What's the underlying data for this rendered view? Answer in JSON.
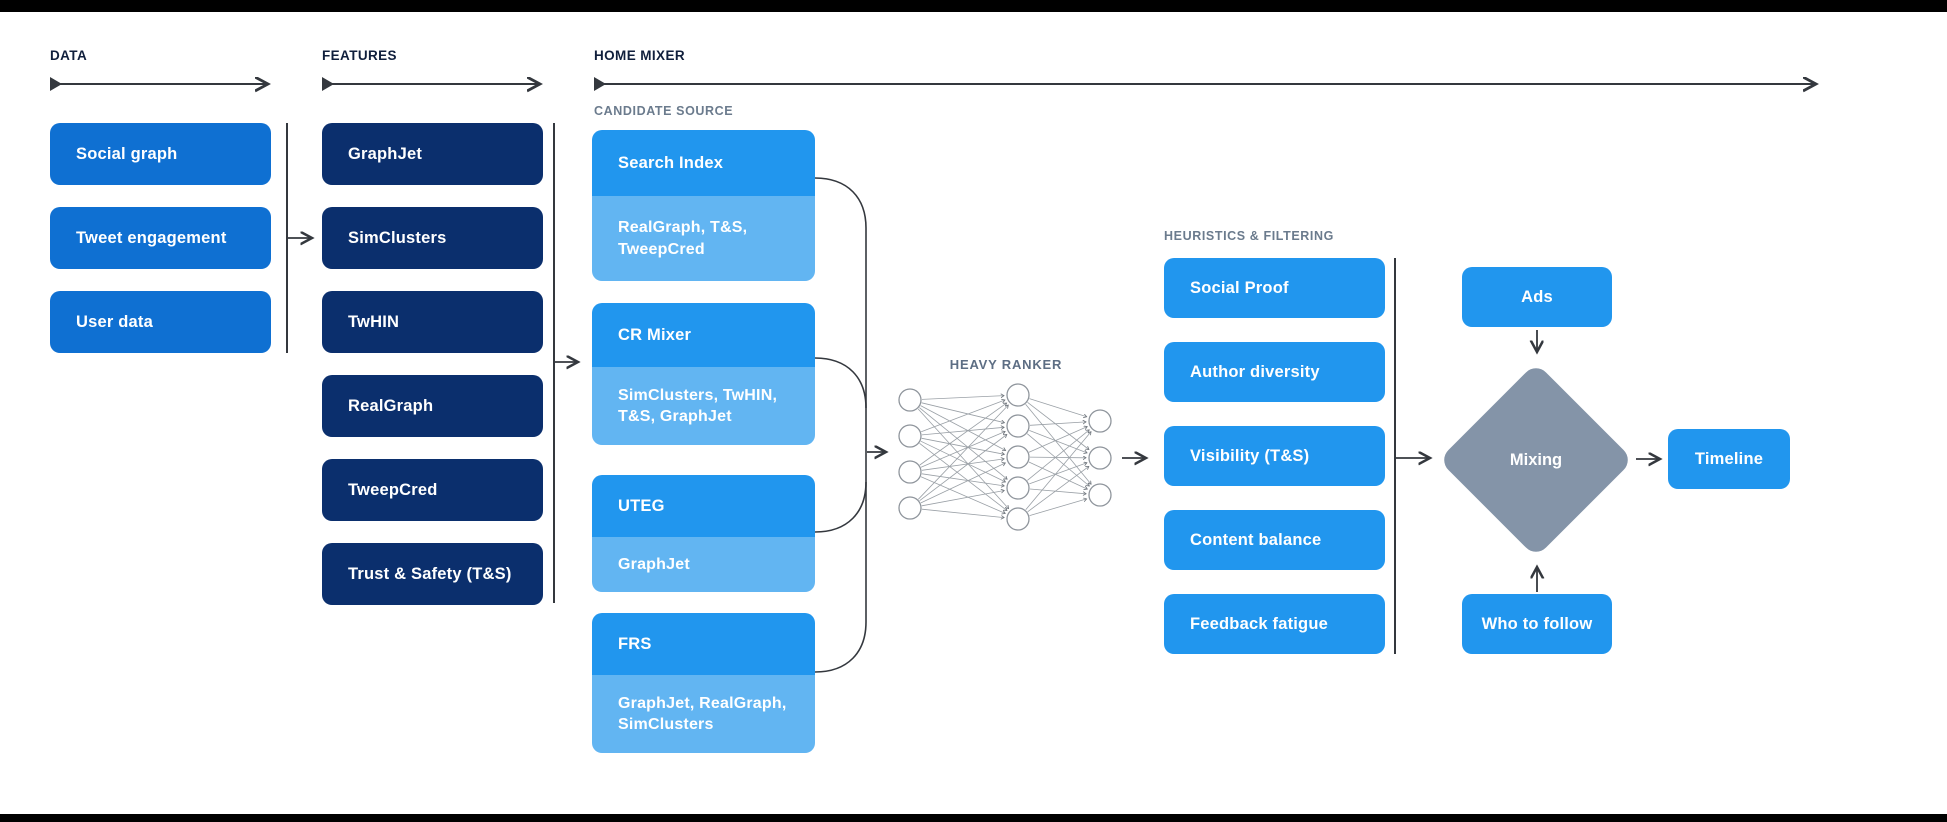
{
  "sections": {
    "data": {
      "label": "DATA",
      "items": [
        "Social graph",
        "Tweet engagement",
        "User data"
      ]
    },
    "features": {
      "label": "FEATURES",
      "items": [
        "GraphJet",
        "SimClusters",
        "TwHIN",
        "RealGraph",
        "TweepCred",
        "Trust & Safety (T&S)"
      ]
    },
    "home_mixer": {
      "label": "HOME MIXER",
      "candidate_source": {
        "label": "CANDIDATE SOURCE",
        "items": [
          {
            "name": "Search Index",
            "sources": "RealGraph, T&S, TweepCred"
          },
          {
            "name": "CR Mixer",
            "sources": "SimClusters, TwHIN, T&S, GraphJet"
          },
          {
            "name": "UTEG",
            "sources": "GraphJet"
          },
          {
            "name": "FRS",
            "sources": "GraphJet, RealGraph, SimClusters"
          }
        ]
      },
      "heavy_ranker": {
        "label": "HEAVY RANKER",
        "layers": [
          4,
          5,
          3
        ]
      },
      "heuristics": {
        "label": "HEURISTICS & FILTERING",
        "items": [
          "Social Proof",
          "Author diversity",
          "Visibility (T&S)",
          "Content balance",
          "Feedback fatigue"
        ]
      },
      "mixing_label": "Mixing",
      "mixing_inputs": [
        "Ads",
        "Who to follow"
      ],
      "timeline_label": "Timeline"
    }
  },
  "colors": {
    "data_box": "#0f70d2",
    "feature_box": "#0b2f6d",
    "candidate_header": "#2196ee",
    "candidate_sub": "#62b5f2",
    "heuristic_box": "#2196ee",
    "mixing_diamond": "#8494a8",
    "section_header_text": "#101f3c",
    "sub_header_text": "#6b7b8d",
    "heavy_ranker_text": "#5d6e84",
    "connector": "#34383e",
    "frame_bars": "#000000",
    "background": "#ffffff"
  }
}
